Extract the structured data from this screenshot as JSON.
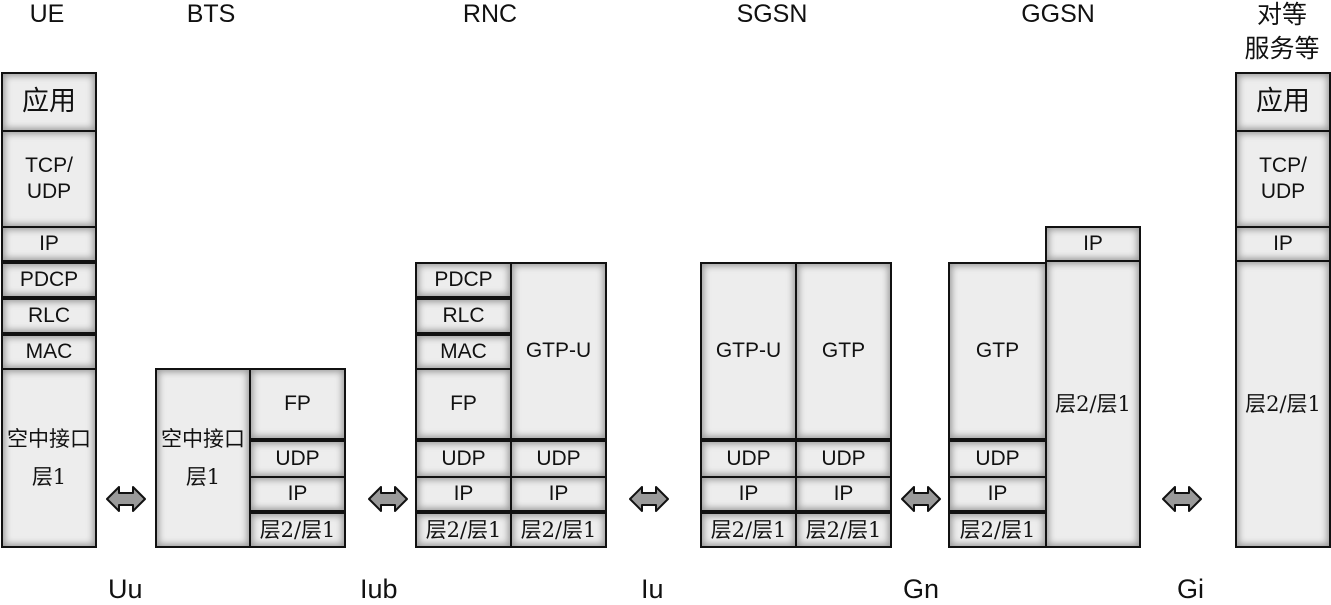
{
  "nodes": {
    "ue": "UE",
    "bts": "BTS",
    "rnc": "RNC",
    "sgsn": "SGSN",
    "ggsn": "GGSN",
    "peer": "对等\n服务等"
  },
  "ue": {
    "app": "应用",
    "tcpudp": "TCP/\nUDP",
    "ip": "IP",
    "pdcp": "PDCP",
    "rlc": "RLC",
    "mac": "MAC",
    "l1": "空中接口\n层1"
  },
  "bts": {
    "l1": "空中接口\n层1",
    "fp": "FP",
    "udp": "UDP",
    "ip": "IP",
    "l2l1": "层2/层1"
  },
  "rnc": {
    "pdcp": "PDCP",
    "rlc": "RLC",
    "mac": "MAC",
    "fp": "FP",
    "gtpu": "GTP-U",
    "udp_left": "UDP",
    "udp_right": "UDP",
    "ip_left": "IP",
    "ip_right": "IP",
    "l2l1_left": "层2/层1",
    "l2l1_right": "层2/层1"
  },
  "sgsn": {
    "gtpu": "GTP-U",
    "gtp": "GTP",
    "udp_left": "UDP",
    "udp_right": "UDP",
    "ip_left": "IP",
    "ip_right": "IP",
    "l2l1_left": "层2/层1",
    "l2l1_right": "层2/层1"
  },
  "ggsn": {
    "ip_top": "IP",
    "gtp": "GTP",
    "udp": "UDP",
    "ip": "IP",
    "l2l1_left": "层2/层1",
    "l2l1_right": "层2/层1"
  },
  "peer": {
    "app": "应用",
    "tcpudp": "TCP/\nUDP",
    "ip": "IP",
    "l2l1": "层2/层1"
  },
  "interfaces": {
    "uu": "Uu",
    "iub": "Iub",
    "iu": "Iu",
    "gn": "Gn",
    "gi": "Gi"
  },
  "colors": {
    "box_fill": "#ededed",
    "border": "#111111",
    "arrow_fill": "#9a9a9a"
  }
}
